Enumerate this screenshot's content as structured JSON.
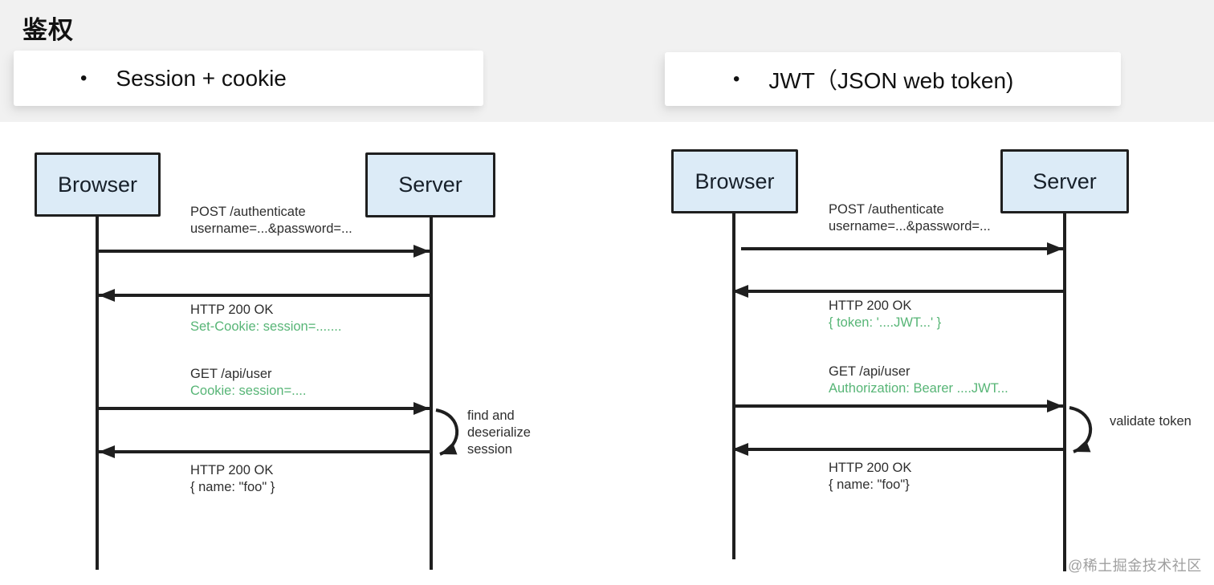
{
  "page": {
    "title": "鉴权",
    "watermark": "@稀土掘金技术社区"
  },
  "colors": {
    "page_bg": "#f1f1f1",
    "panel_bg": "#ffffff",
    "card_bg": "#ffffff",
    "box_fill": "#dcebf7",
    "box_border": "#1f1f1f",
    "line": "#1f1f1f",
    "text_dark": "#2e2e2e",
    "text_green": "#57b576",
    "watermark": "#8f8f8f"
  },
  "cards": {
    "left_bullet": "•",
    "left_heading": "Session + cookie",
    "right_bullet": "•",
    "right_heading": "JWT（JSON web token)"
  },
  "left_diagram": {
    "actor_left": "Browser",
    "actor_right": "Server",
    "messages": [
      {
        "line1": "POST /authenticate",
        "line2": "username=...&password=...",
        "line2_green": false
      },
      {
        "line1": "HTTP 200 OK",
        "line2": "Set-Cookie: session=.......",
        "line2_green": true
      },
      {
        "line1": "GET /api/user",
        "line2": "Cookie: session=....",
        "line2_green": true
      },
      {
        "line1": "HTTP 200 OK",
        "line2": "{ name: \"foo\" }",
        "line2_green": false
      }
    ],
    "note_lines": [
      "find and",
      "deserialize",
      "session"
    ]
  },
  "right_diagram": {
    "actor_left": "Browser",
    "actor_right": "Server",
    "messages": [
      {
        "line1": "POST /authenticate",
        "line2": "username=...&password=...",
        "line2_green": false
      },
      {
        "line1": "HTTP 200 OK",
        "line2": "{ token: '....JWT...' }",
        "line2_green": true
      },
      {
        "line1": "GET /api/user",
        "line2": "Authorization: Bearer ....JWT...",
        "line2_green": true
      },
      {
        "line1": "HTTP 200 OK",
        "line2": "{ name: \"foo\"}",
        "line2_green": false
      }
    ],
    "note_lines": [
      "validate token"
    ]
  }
}
